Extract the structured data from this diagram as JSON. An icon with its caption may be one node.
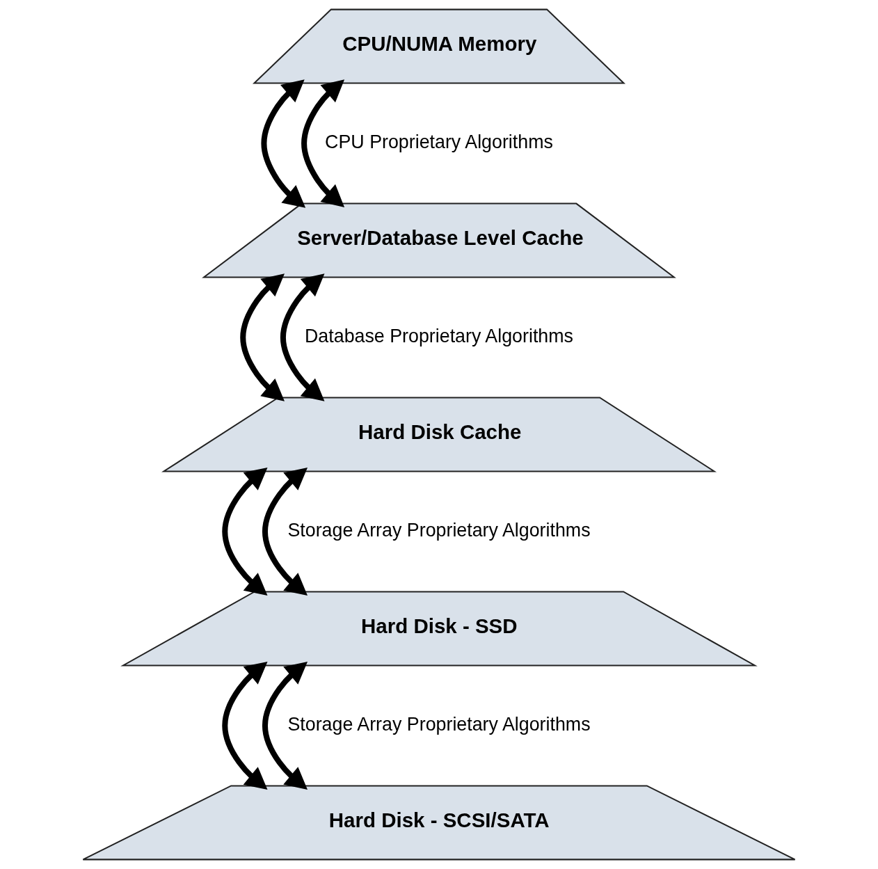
{
  "diagram": {
    "nodes": [
      {
        "text": [
          "CPU/NUMA Memory"
        ]
      },
      {
        "text": [
          "Server/Database Level Cache"
        ]
      },
      {
        "text": [
          "Hard Disk Cache"
        ]
      },
      {
        "text": [
          "Hard Disk - SSD"
        ]
      },
      {
        "text": [
          "Hard Disk - SCSI/SATA"
        ]
      }
    ],
    "edges": [
      {
        "from": 0,
        "to": 1,
        "arrow": "both"
      },
      {
        "from": 0,
        "to": 1,
        "arrow": "both"
      },
      {
        "from": 1,
        "to": 2,
        "arrow": "both"
      },
      {
        "from": 1,
        "to": 2,
        "arrow": "both"
      },
      {
        "from": 2,
        "to": 3,
        "arrow": "both"
      },
      {
        "from": 2,
        "to": 3,
        "arrow": "both"
      },
      {
        "from": 3,
        "to": 4,
        "arrow": "both"
      },
      {
        "from": 3,
        "to": 4,
        "arrow": "both"
      }
    ],
    "labels": [
      "CPU Proprietary Algorithms",
      "Database Proprietary Algorithms",
      "Storage Array Proprietary Algorithms",
      "Storage Array Proprietary Algorithms"
    ]
  }
}
